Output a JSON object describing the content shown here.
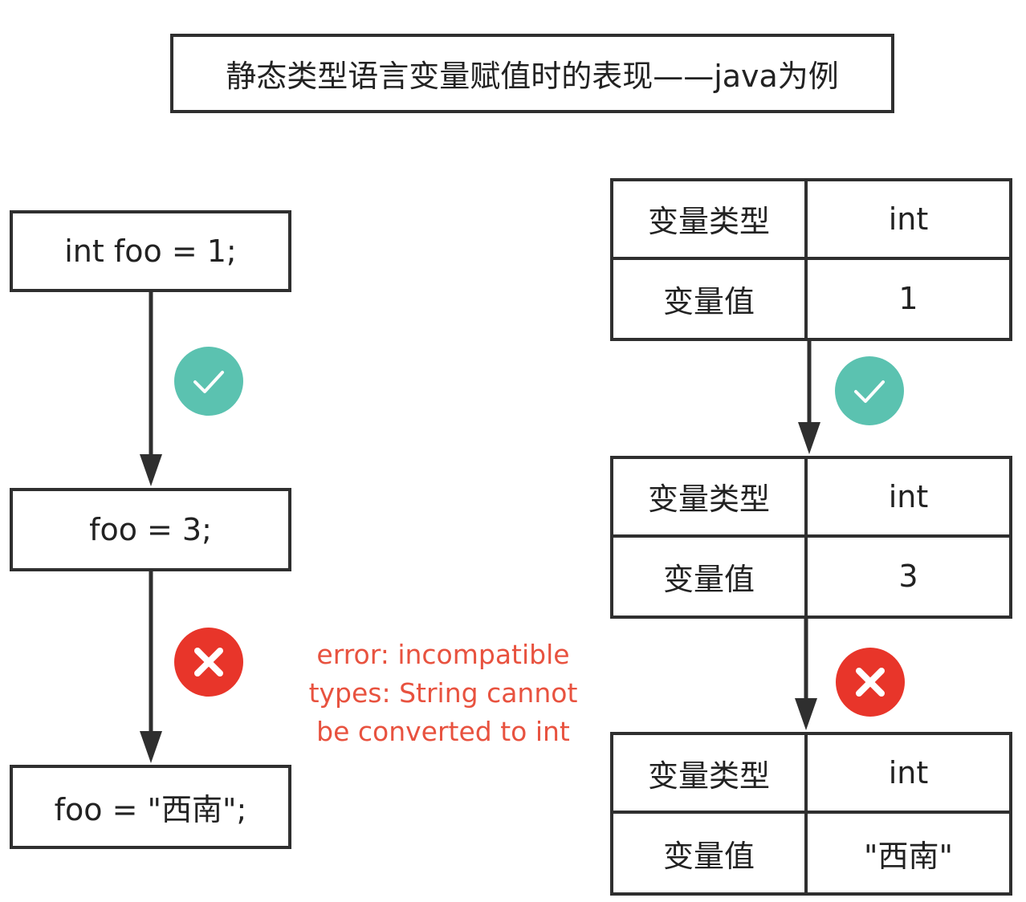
{
  "title": "静态类型语言变量赋值时的表现——java为例",
  "code_steps": [
    {
      "text": "int foo = 1;"
    },
    {
      "text": "foo = 3;"
    },
    {
      "text": "foo = \"西南\";"
    }
  ],
  "transitions": [
    {
      "status": "ok",
      "icon": "check-icon"
    },
    {
      "status": "error",
      "icon": "x-icon"
    }
  ],
  "error_message": {
    "lines": [
      "error: incompatible",
      "types: String cannot",
      "be converted to int"
    ]
  },
  "variable_tables": [
    {
      "type_label": "变量类型",
      "type_value": "int",
      "value_label": "变量值",
      "value": "1"
    },
    {
      "type_label": "变量类型",
      "type_value": "int",
      "value_label": "变量值",
      "value": "3"
    },
    {
      "type_label": "变量类型",
      "type_value": "int",
      "value_label": "变量值",
      "value": "\"西南\""
    }
  ],
  "colors": {
    "stroke": "#2f2f2f",
    "ok": "#5bc2b0",
    "error": "#e8352a",
    "error_text": "#e8523f"
  }
}
